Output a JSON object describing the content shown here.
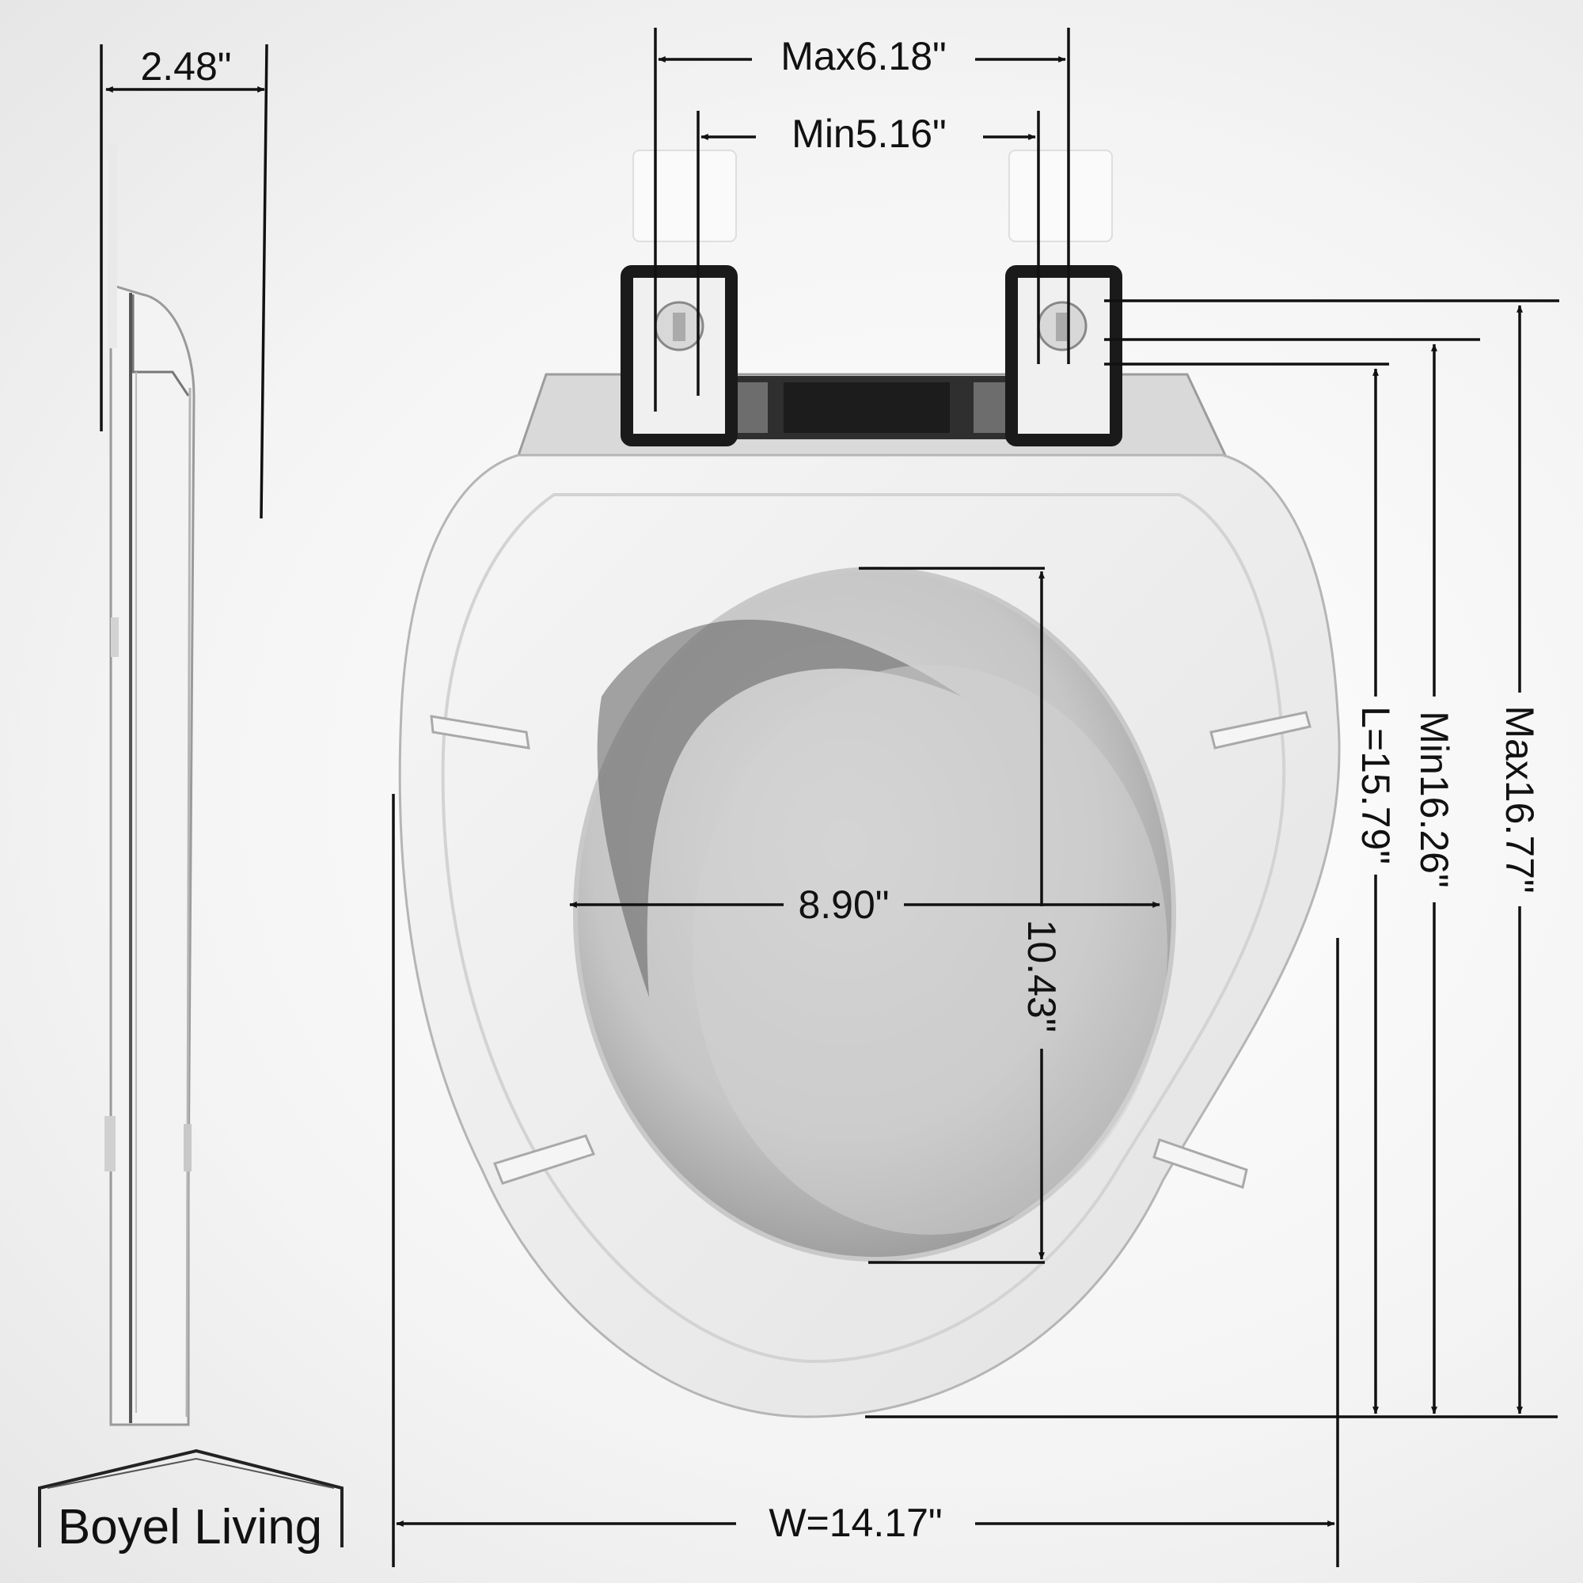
{
  "brand": {
    "name": "Boyel Living"
  },
  "dimensions": {
    "depth": "2.48\"",
    "hinge_max": "Max6.18\"",
    "hinge_min": "Min5.16\"",
    "opening_width": "8.90\"",
    "opening_length": "10.43\"",
    "seat_length": "L=15.79\"",
    "length_min": "Min16.26\"",
    "length_max": "Max16.77\"",
    "seat_width": "W=14.17\""
  }
}
